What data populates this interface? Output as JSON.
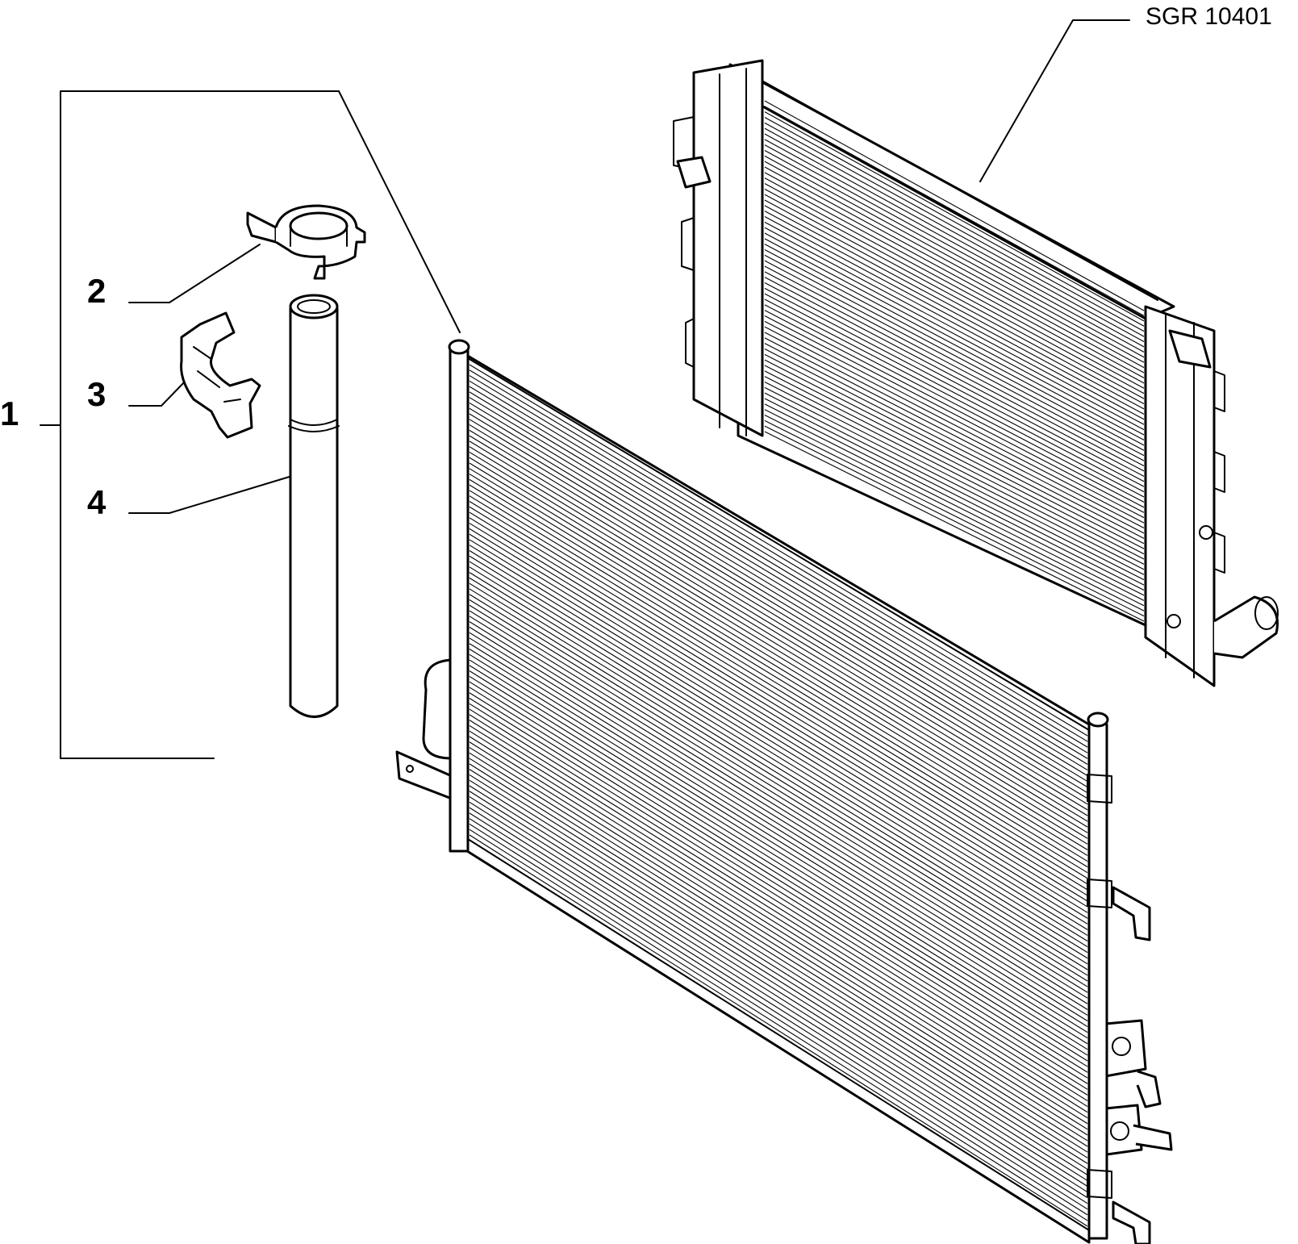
{
  "drawing": {
    "reference_code": "SGR 10401",
    "callouts": [
      {
        "id": "1",
        "label": "1"
      },
      {
        "id": "2",
        "label": "2"
      },
      {
        "id": "3",
        "label": "3"
      },
      {
        "id": "4",
        "label": "4"
      }
    ],
    "colors": {
      "ink": "#000000",
      "paper": "#ffffff"
    }
  }
}
